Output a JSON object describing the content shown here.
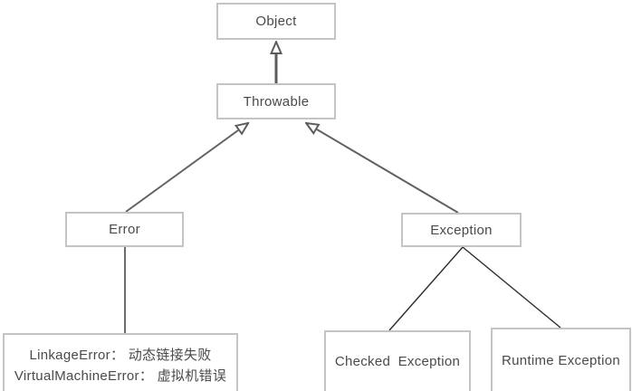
{
  "diagram": {
    "type": "class-hierarchy",
    "nodes": {
      "object": {
        "label": "Object"
      },
      "throwable": {
        "label": "Throwable"
      },
      "error": {
        "label": "Error"
      },
      "exception": {
        "label": "Exception"
      },
      "error_children": {
        "line1": "LinkageError： 动态链接失败",
        "line2": "VirtualMachineError： 虚拟机错误"
      },
      "checked_exception": {
        "label": "Checked Exception"
      },
      "runtime_exception": {
        "label": "Runtime Exception"
      }
    },
    "edges": [
      {
        "from": "Throwable",
        "to": "Object",
        "type": "inheritance-hollow-arrow"
      },
      {
        "from": "Error",
        "to": "Throwable",
        "type": "inheritance-hollow-arrow"
      },
      {
        "from": "Exception",
        "to": "Throwable",
        "type": "inheritance-hollow-arrow"
      },
      {
        "from": "Error",
        "to": "LinkageError / VirtualMachineError",
        "type": "plain-line"
      },
      {
        "from": "Exception",
        "to": "Checked Exception",
        "type": "plain-line"
      },
      {
        "from": "Exception",
        "to": "Runtime Exception",
        "type": "plain-line"
      }
    ],
    "colors": {
      "background": "#ffffff",
      "box_border": "#c4c4c4",
      "text": "#4a4a4a",
      "arrow_gray": "#5c5c5c",
      "line_black": "#2b2b2b"
    }
  }
}
